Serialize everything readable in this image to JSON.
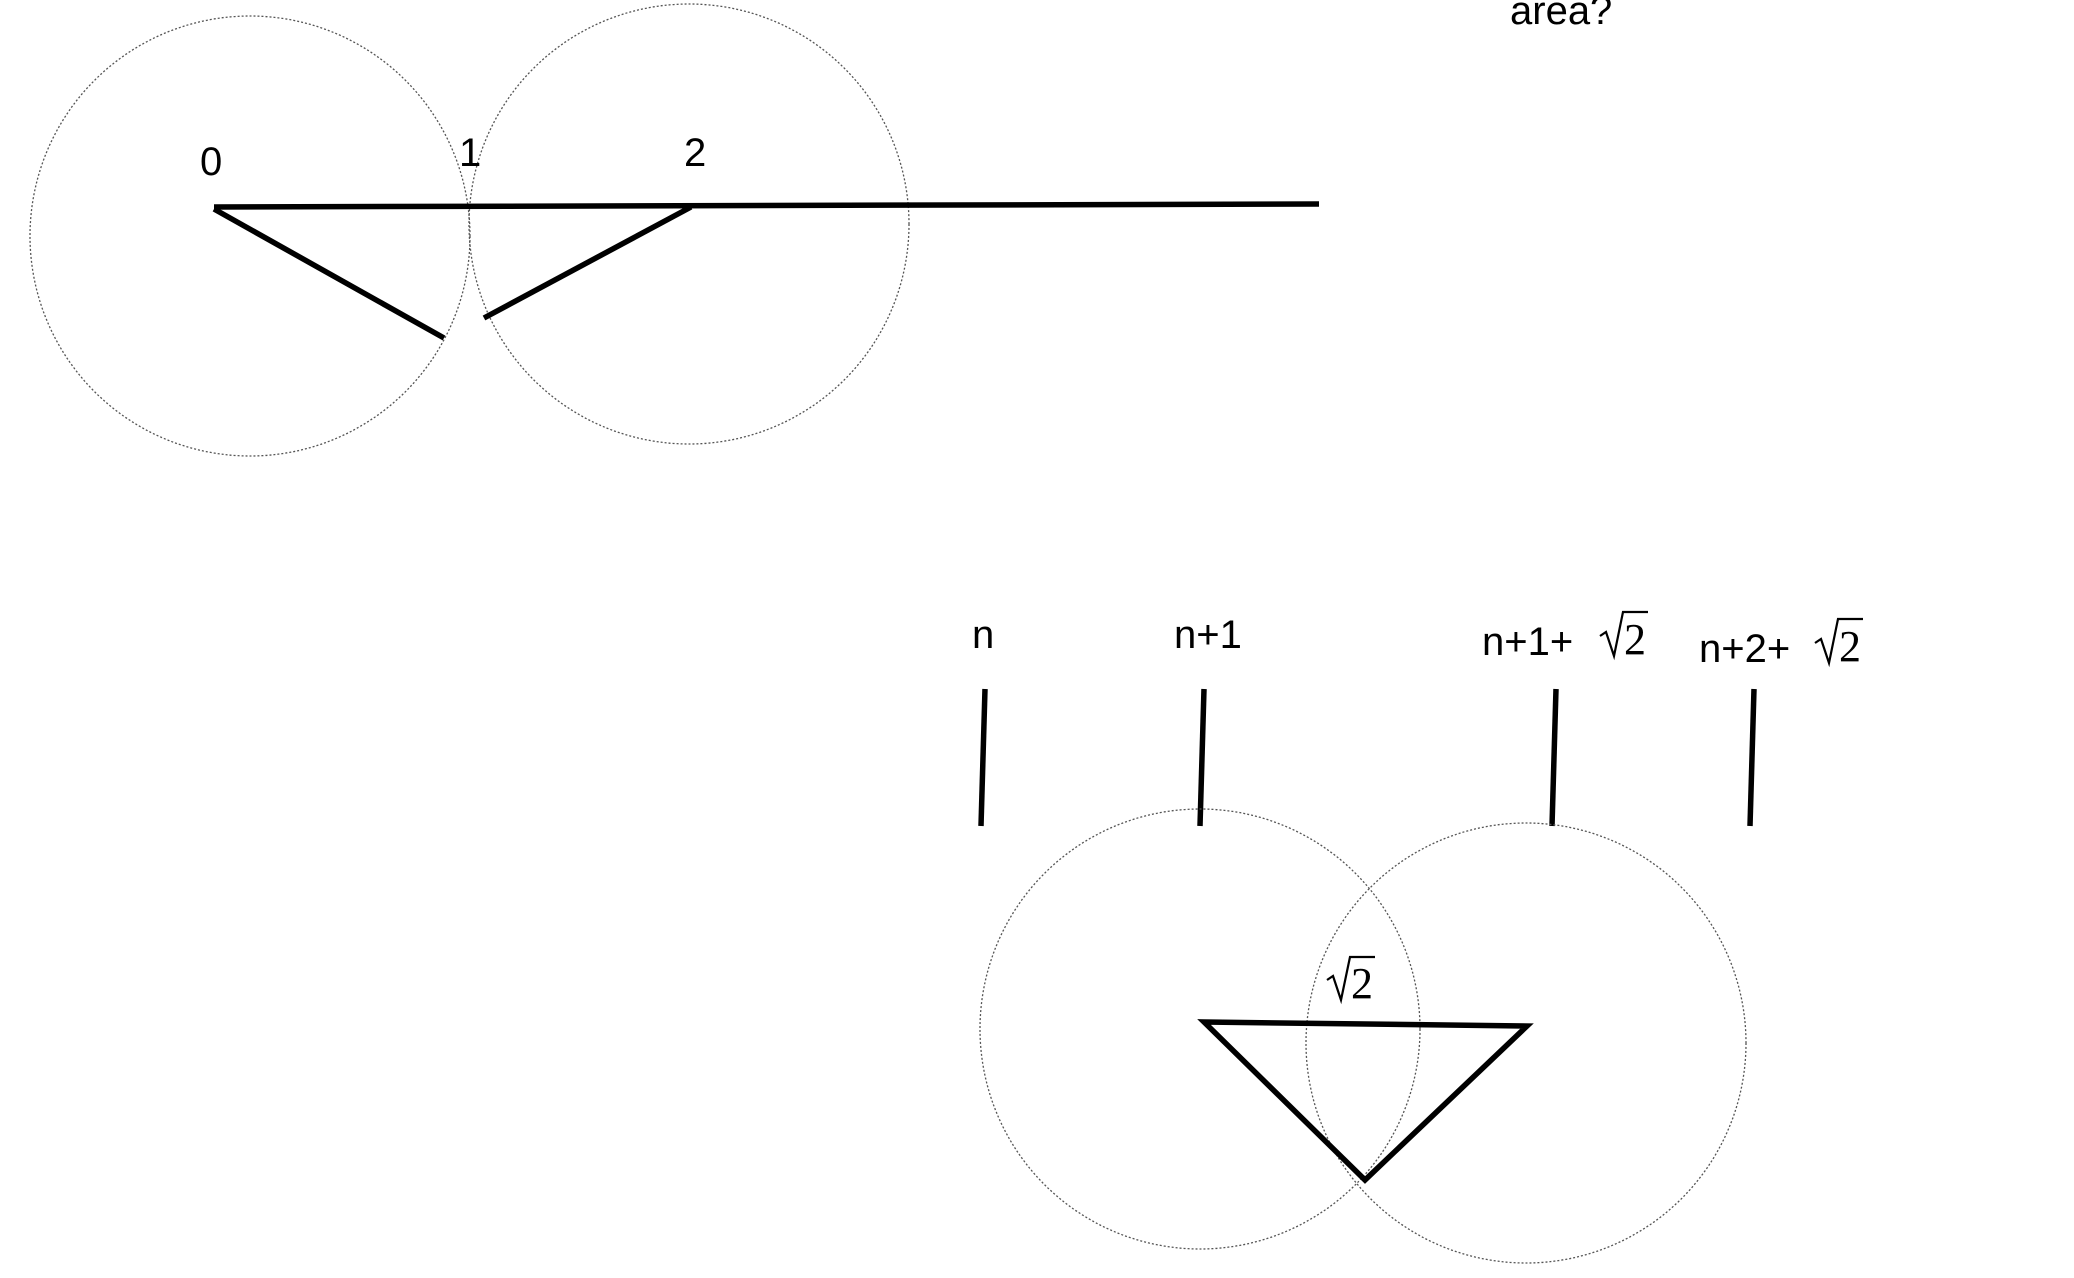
{
  "question": "area?",
  "top_diagram": {
    "labels": [
      "0",
      "1",
      "2"
    ]
  },
  "bottom_diagram": {
    "labels": {
      "n": "n",
      "n_plus_1": "n+1",
      "n_plus_1_plus_prefix": "n+1+",
      "n_plus_2_plus_prefix": "n+2+",
      "root_value": "2"
    },
    "side_label_value": "2"
  }
}
